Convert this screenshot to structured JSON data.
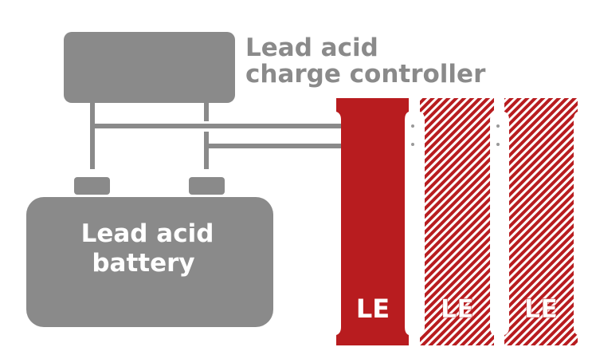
{
  "controller": {
    "label_line1": "Lead acid",
    "label_line2": "charge controller"
  },
  "battery": {
    "label_line1": "Lead acid",
    "label_line2": "battery"
  },
  "modules": [
    {
      "label": "LE",
      "style": "solid"
    },
    {
      "label": "LE",
      "style": "hatched"
    },
    {
      "label": "LE",
      "style": "hatched"
    }
  ],
  "colors": {
    "gray": "#8a8a8a",
    "red": "#b81c1f",
    "white": "#ffffff"
  }
}
